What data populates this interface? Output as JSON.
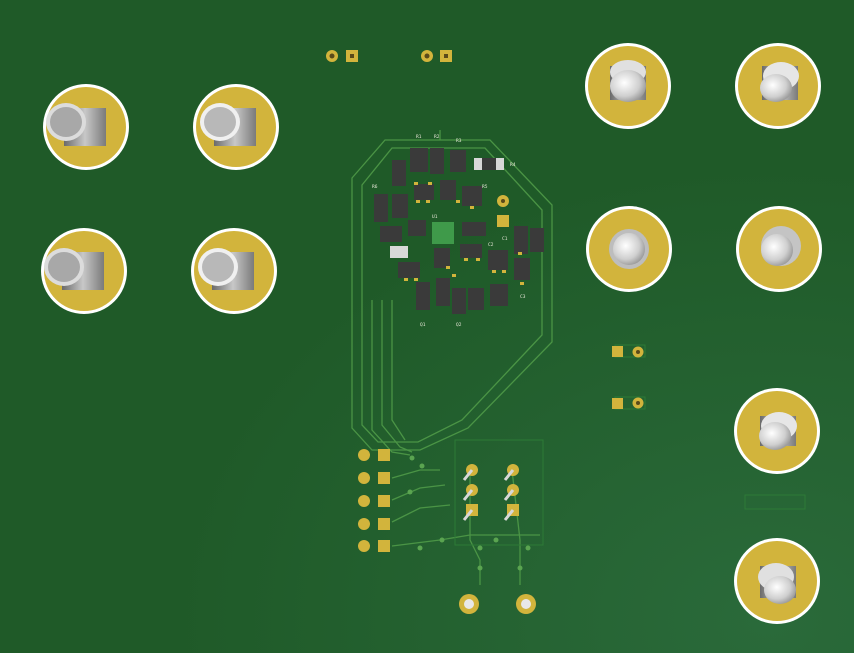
{
  "board": {
    "substrate_color": "#1f5a28",
    "copper_trace_color": "#5aa450",
    "pad_color": "#d2b43c",
    "silk_color": "#e8e8d8",
    "component_body_color": "#3a3a3a"
  },
  "silkscreen": {
    "r1": "R1",
    "r2": "R2",
    "r3": "R3",
    "r4": "R4",
    "r5": "R5",
    "r6": "R6",
    "c1": "C1",
    "c2": "C2",
    "c3": "C3",
    "q1": "Q1",
    "q2": "Q2",
    "u1": "U1"
  }
}
